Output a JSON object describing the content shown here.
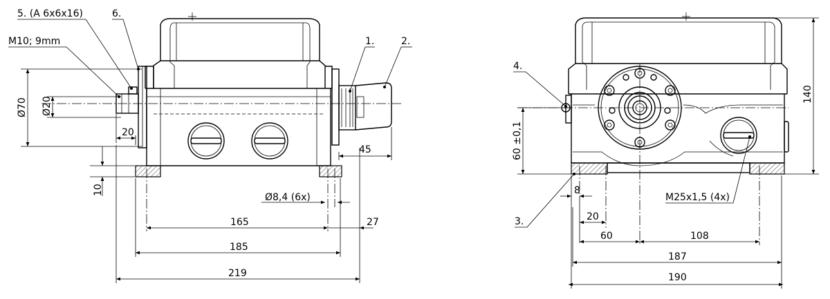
{
  "callouts": {
    "c1": "1.",
    "c2": "2.",
    "c3": "3.",
    "c4": "4.",
    "c5": "5. (A 6x6x16)",
    "c6": "6.",
    "thread": "M10; 9mm",
    "holes": "Ø8,4 (6x)",
    "m25": "M25x1,5 (4x)"
  },
  "dimensions": {
    "left": {
      "d70": "Ø70",
      "d20": "Ø20",
      "w20": "20",
      "h10": "10",
      "w45": "45",
      "w165": "165",
      "w27": "27",
      "w185": "185",
      "w219": "219"
    },
    "right": {
      "h60": "60 ±0,1",
      "h140": "140",
      "w8": "8",
      "w20": "20",
      "w60": "60",
      "w108": "108",
      "w187": "187",
      "w190": "190"
    }
  }
}
